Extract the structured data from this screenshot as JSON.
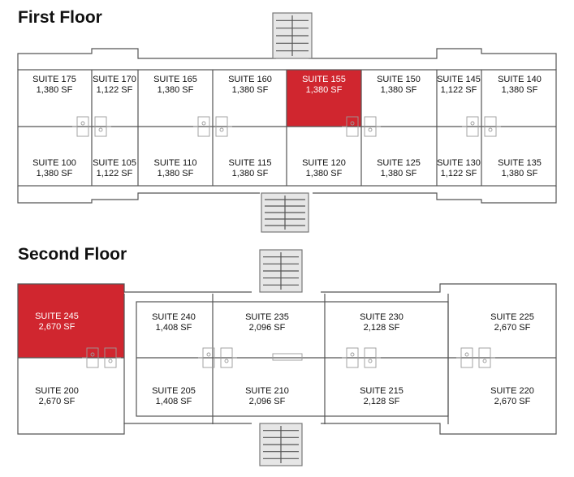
{
  "first_floor": {
    "title": "First Floor",
    "suites": [
      {
        "name": "SUITE 175",
        "area": "1,380 SF"
      },
      {
        "name": "SUITE 170",
        "area": "1,122 SF"
      },
      {
        "name": "SUITE 165",
        "area": "1,380 SF"
      },
      {
        "name": "SUITE 160",
        "area": "1,380 SF"
      },
      {
        "name": "SUITE 155",
        "area": "1,380 SF",
        "highlighted": true
      },
      {
        "name": "SUITE 150",
        "area": "1,380 SF"
      },
      {
        "name": "SUITE 145",
        "area": "1,122 SF"
      },
      {
        "name": "SUITE 140",
        "area": "1,380 SF"
      },
      {
        "name": "SUITE 100",
        "area": "1,380 SF"
      },
      {
        "name": "SUITE 105",
        "area": "1,122 SF"
      },
      {
        "name": "SUITE 110",
        "area": "1,380 SF"
      },
      {
        "name": "SUITE 115",
        "area": "1,380 SF"
      },
      {
        "name": "SUITE 120",
        "area": "1,380 SF"
      },
      {
        "name": "SUITE 125",
        "area": "1,380 SF"
      },
      {
        "name": "SUITE 130",
        "area": "1,122 SF"
      },
      {
        "name": "SUITE 135",
        "area": "1,380 SF"
      }
    ]
  },
  "second_floor": {
    "title": "Second Floor",
    "suites": [
      {
        "name": "SUITE 245",
        "area": "2,670 SF",
        "highlighted": true
      },
      {
        "name": "SUITE 240",
        "area": "1,408 SF"
      },
      {
        "name": "SUITE 235",
        "area": "2,096 SF"
      },
      {
        "name": "SUITE 230",
        "area": "2,128 SF"
      },
      {
        "name": "SUITE 225",
        "area": "2,670 SF"
      },
      {
        "name": "SUITE 200",
        "area": "2,670 SF"
      },
      {
        "name": "SUITE 205",
        "area": "1,408 SF"
      },
      {
        "name": "SUITE 210",
        "area": "2,096 SF"
      },
      {
        "name": "SUITE 215",
        "area": "2,128 SF"
      },
      {
        "name": "SUITE 220",
        "area": "2,670 SF"
      }
    ]
  },
  "colors": {
    "highlight": "#d0262f",
    "wall": "#555555",
    "wall_light": "#9a9a9a",
    "core_fill": "#e6e6e6"
  }
}
